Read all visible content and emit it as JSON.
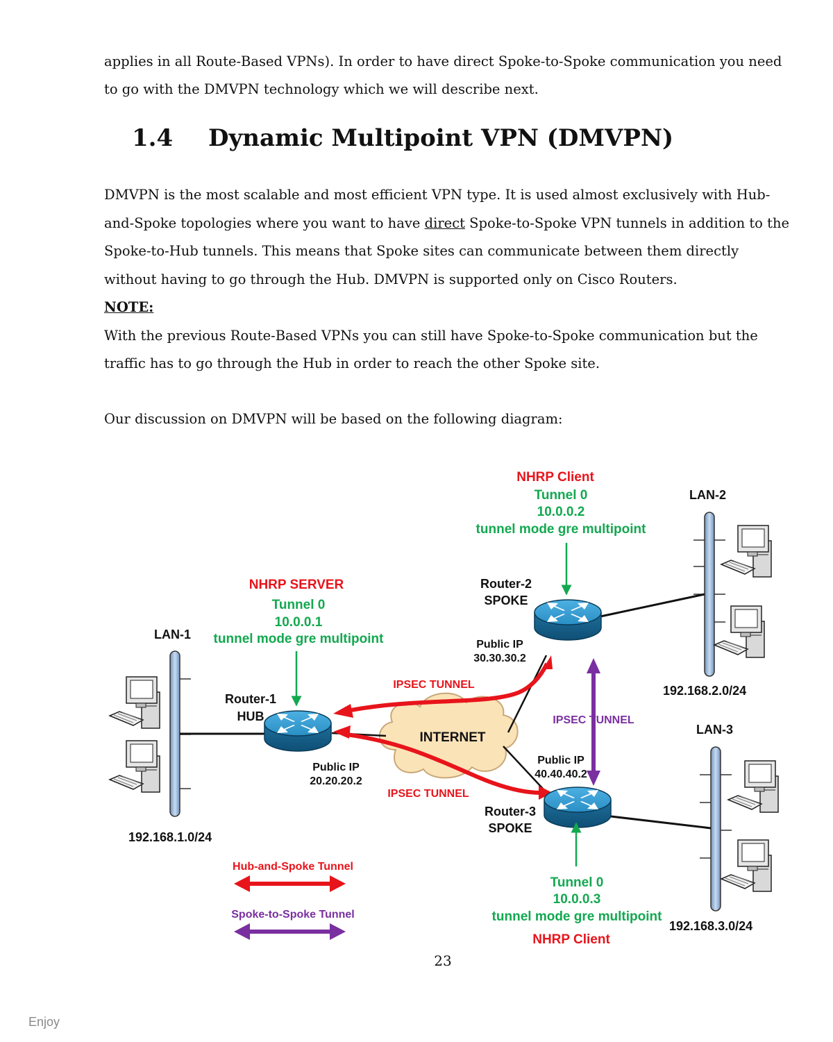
{
  "intro": {
    "line1": "applies in all Route-Based VPNs). In order to have direct Spoke-to-Spoke communication you need",
    "line2": "to go with the DMVPN technology which we will describe next."
  },
  "section": {
    "number": "1.4",
    "title": "Dynamic Multipoint VPN (DMVPN)"
  },
  "body": {
    "p1_pre": "DMVPN is the most scalable and most efficient VPN type. It is used almost exclusively with Hub-and-Spoke topologies where you want to have ",
    "p1_direct": "direct",
    "p1_post": " Spoke-to-Spoke VPN tunnels in addition to the Spoke-to-Hub tunnels. This means that Spoke sites can communicate between them directly without having to go through the Hub. DMVPN is supported only on Cisco Routers.",
    "note_label": "NOTE:",
    "note_text": "With the previous Route-Based VPNs you can still have Spoke-to-Spoke communication but the traffic has to go through the Hub in order to reach the other Spoke site.",
    "p3": "Our discussion on DMVPN will be based on the following diagram:"
  },
  "diagram": {
    "lan1": {
      "name": "LAN-1",
      "subnet": "192.168.1.0/24"
    },
    "lan2": {
      "name": "LAN-2",
      "subnet": "192.168.2.0/24"
    },
    "lan3": {
      "name": "LAN-3",
      "subnet": "192.168.3.0/24"
    },
    "hub": {
      "role_label": "NHRP SERVER",
      "tunnel": "Tunnel 0",
      "tunnel_ip": "10.0.0.1",
      "mode": "tunnel mode gre multipoint",
      "name": "Router-1",
      "type": "HUB",
      "public_label": "Public IP",
      "public_ip": "20.20.20.2"
    },
    "spoke2": {
      "role_label": "NHRP Client",
      "tunnel": "Tunnel 0",
      "tunnel_ip": "10.0.0.2",
      "mode": "tunnel mode gre multipoint",
      "name": "Router-2",
      "type": "SPOKE",
      "public_label": "Public IP",
      "public_ip": "30.30.30.2"
    },
    "spoke3": {
      "role_label": "NHRP Client",
      "tunnel": "Tunnel 0",
      "tunnel_ip": "10.0.0.3",
      "mode": "tunnel mode gre multipoint",
      "name": "Router-3",
      "type": "SPOKE",
      "public_label": "Public IP",
      "public_ip": "40.40.40.2"
    },
    "internet": "INTERNET",
    "ipsec_top": "IPSEC TUNNEL",
    "ipsec_bottom": "IPSEC TUNNEL",
    "ipsec_spoke": "IPSEC TUNNEL",
    "legend_hub_spoke": "Hub-and-Spoke Tunnel",
    "legend_spoke_spoke": "Spoke-to-Spoke Tunnel",
    "colors": {
      "hub_spoke": "#e8141b",
      "spoke_spoke": "#7a2fa0",
      "tunnel_text": "#13a850",
      "router": "#2a8fc4",
      "cloud": "#fbe3b8"
    }
  },
  "page_number": "23",
  "footer": "Enjoy"
}
